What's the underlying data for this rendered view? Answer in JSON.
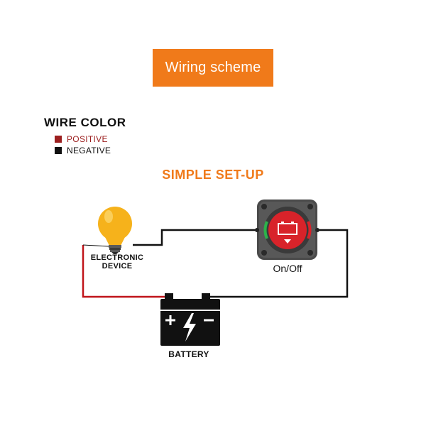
{
  "header": {
    "title": "Wiring scheme"
  },
  "legend": {
    "title": "WIRE COLOR",
    "items": [
      {
        "label": "POSITIVE",
        "color": "#9c1f1f"
      },
      {
        "label": "NEGATIVE",
        "color": "#111111"
      }
    ]
  },
  "diagram": {
    "title": "SIMPLE SET-UP",
    "device_label": "ELECTRONIC DEVICE",
    "switch_label": "On/Off",
    "battery_label": "BATTERY",
    "colors": {
      "positive_wire": "#c0141a",
      "negative_wire": "#111111",
      "accent": "#f07a1a",
      "bulb": "#f6b21b",
      "switch_knob": "#d8232a"
    }
  }
}
